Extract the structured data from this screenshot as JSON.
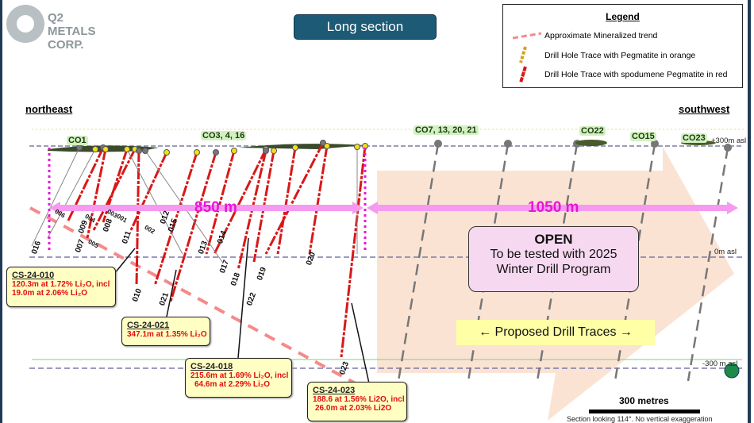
{
  "logo": {
    "line1": "Q2 METALS",
    "line2": "CORP."
  },
  "title": "Long section",
  "legend": {
    "title": "Legend",
    "items": [
      {
        "label": "Approximate Mineralized trend",
        "icon": "dashed-pink-line-icon"
      },
      {
        "label": "Drill Hole Trace with Pegmatite in orange",
        "icon": "orange-drill-trace-icon"
      },
      {
        "label": "Drill Hole Trace with spodumene Pegmatite in red",
        "icon": "red-drill-trace-icon"
      }
    ]
  },
  "directions": {
    "left": "northeast",
    "right": "southwest"
  },
  "collars": [
    "CO1",
    "CO3, 4, 16",
    "CO7, 13, 20, 21",
    "CO22",
    "CO15",
    "CO23"
  ],
  "elevations": {
    "top": "+300m asl",
    "mid": "0m asl",
    "bottom": "-300 m asl"
  },
  "distances": {
    "left": "850 m",
    "right": "1050 m"
  },
  "hole_labels": [
    "016",
    "006",
    "009",
    "007",
    "005",
    "004",
    "008",
    "003",
    "001",
    "002",
    "011",
    "012",
    "015",
    "010",
    "021",
    "013",
    "014",
    "017",
    "018",
    "022",
    "019",
    "020",
    "023"
  ],
  "callouts": [
    {
      "id": "CS-24-010",
      "lines": [
        "120.3m at 1.72% Li₂O, incl",
        "19.0m at 2.06% Li₂O"
      ]
    },
    {
      "id": "CS-24-021",
      "lines": [
        "347.1m at 1.35% Li₂O"
      ]
    },
    {
      "id": "CS-24-018",
      "lines": [
        "215.6m at 1.69% Li₂O, incl",
        "64.6m at 2.29% Li₂O"
      ]
    },
    {
      "id": "CS-24-023",
      "lines": [
        "188.6 at 1.56% Li2O, incl",
        "26.0m at 2.03% Li2O"
      ]
    }
  ],
  "open_box": {
    "title": "OPEN",
    "line1": "To be tested with 2025",
    "line2": "Winter Drill Program"
  },
  "proposed": "← Proposed Drill Traces →",
  "scale": {
    "label": "300 metres",
    "caption": "Section looking 114°.  No vertical exaggeration"
  },
  "colors": {
    "spodumene": "#d81818",
    "pegmatite": "#e8a020",
    "trend": "#f58a8a",
    "magenta": "#e815d8",
    "open_arrow": "#fbe3d3",
    "title_bg": "#1d5a75"
  }
}
